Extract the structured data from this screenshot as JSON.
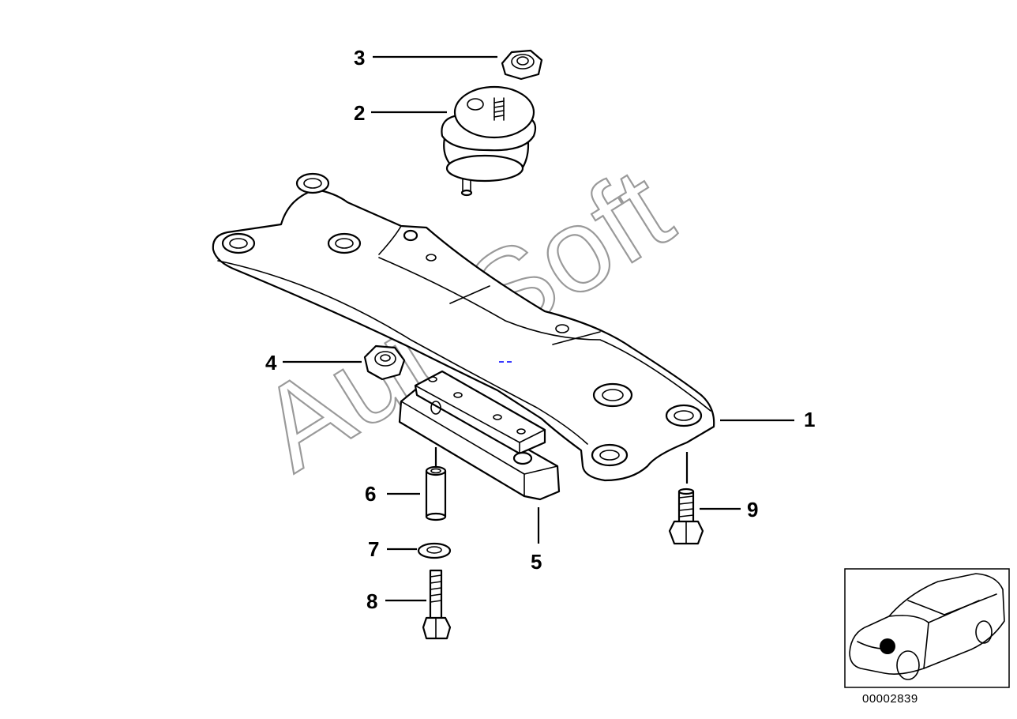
{
  "callouts": [
    {
      "n": "1",
      "part": "crossmember"
    },
    {
      "n": "2",
      "part": "rubber mount"
    },
    {
      "n": "3",
      "part": "hex nut"
    },
    {
      "n": "4",
      "part": "hex nut"
    },
    {
      "n": "5",
      "part": "bracket"
    },
    {
      "n": "6",
      "part": "sleeve"
    },
    {
      "n": "7",
      "part": "washer"
    },
    {
      "n": "8",
      "part": "hex bolt"
    },
    {
      "n": "9",
      "part": "hex bolt"
    }
  ],
  "watermark": "AutoSoft",
  "diagram_id": "00002839",
  "colors": {
    "line": "#000000",
    "watermark": "#9a9a9a",
    "marker": "#000000",
    "accent": "#3a3aff"
  }
}
